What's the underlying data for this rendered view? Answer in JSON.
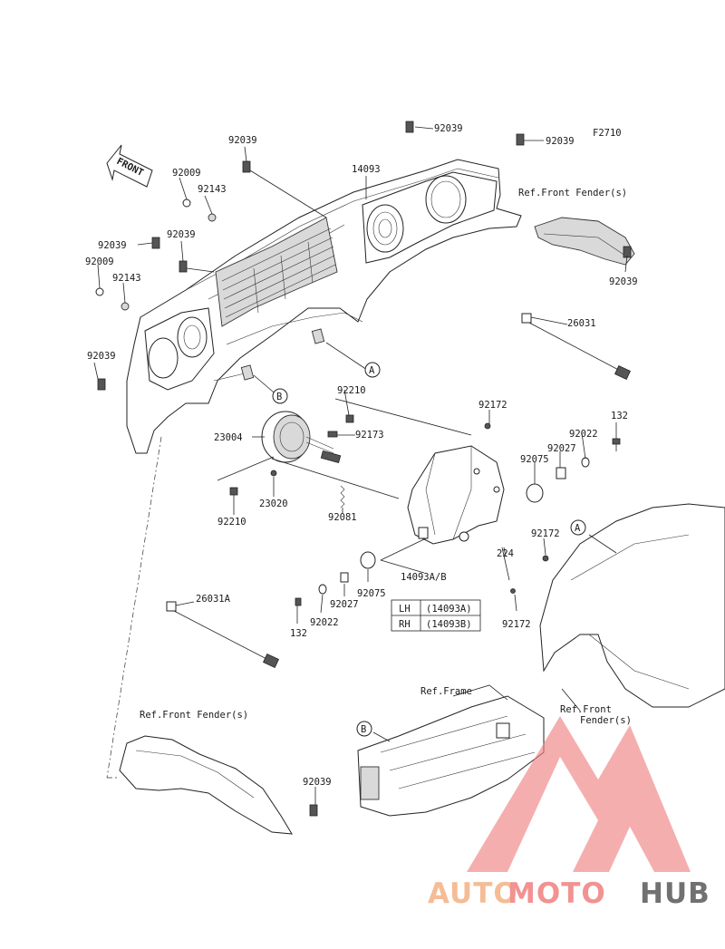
{
  "figure_code": "F2710",
  "front_arrow": "FRONT",
  "parts": {
    "p92039_a": "92039",
    "p92039_b": "92039",
    "p92039_c": "92039",
    "p92039_d": "92039",
    "p92039_e": "92039",
    "p92039_f": "92039",
    "p92039_g": "92039",
    "p92039_h": "92039",
    "p14093": "14093",
    "p92009_a": "92009",
    "p92143_a": "92143",
    "p92009_b": "92009",
    "p92143_b": "92143",
    "p26031": "26031",
    "p92210_a": "92210",
    "p92172_a": "92172",
    "p132_a": "132",
    "p92022_a": "92022",
    "p92027_a": "92027",
    "p23004": "23004",
    "p92173": "92173",
    "p92075_a": "92075",
    "p23020": "23020",
    "p92210_b": "92210",
    "p92081": "92081",
    "p92172_b": "92172",
    "p224": "224",
    "p14093ab": "14093A/B",
    "p92075_b": "92075",
    "p92027_b": "92027",
    "p92022_b": "92022",
    "p132_b": "132",
    "p92172_c": "92172",
    "p26031a": "26031A"
  },
  "refs": {
    "front_fender_top": "Ref.Front Fender(s)",
    "front_fender_bottom": "Ref.Front Fender(s)",
    "frame": "Ref.Frame",
    "front_fender_right_1": "Ref.Front",
    "front_fender_right_2": "Fender(s)"
  },
  "callouts": {
    "a1": "A",
    "b1": "B",
    "a2": "A",
    "b2": "B"
  },
  "variant_table": {
    "rows": [
      {
        "side": "LH",
        "part": "(14093A)"
      },
      {
        "side": "RH",
        "part": "(14093B)"
      }
    ]
  },
  "watermark": {
    "part1": "AUTO",
    "part2": "MOTO",
    "part3": "HUB",
    "colors": {
      "auto": "#f4b183",
      "moto": "#f08080",
      "hub": "#595959",
      "triangle": "#f08080"
    }
  }
}
